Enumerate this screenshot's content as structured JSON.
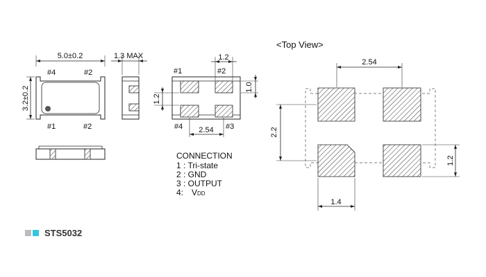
{
  "colors": {
    "line": "#222222",
    "legend_gray": "#b8bcc0",
    "legend_cyan": "#35c4e0"
  },
  "dims": {
    "length": "5.0±0.2",
    "width": "3.2±0.2",
    "height": "1.3 MAX",
    "pad_width_bottom": "1.2",
    "pad_height_bottom": "1.0",
    "pad_gap_bottom": "1.2",
    "pitch_bottom": "2.54",
    "top_pitch": "2.54",
    "top_vertical": "2.2",
    "top_pad_width": "1.4",
    "top_pad_height": "1.2"
  },
  "pins": {
    "p1": "#1",
    "p2": "#2",
    "p3": "#3",
    "p4": "#4"
  },
  "connection": {
    "title": "CONNECTION",
    "items": [
      "1 : Tri-state",
      "2 : GND",
      "3 : OUTPUT",
      "4:"
    ],
    "vdd_main": "V",
    "vdd_sub": "DD"
  },
  "top_view_title": "<Top View>",
  "model": "STS5032"
}
